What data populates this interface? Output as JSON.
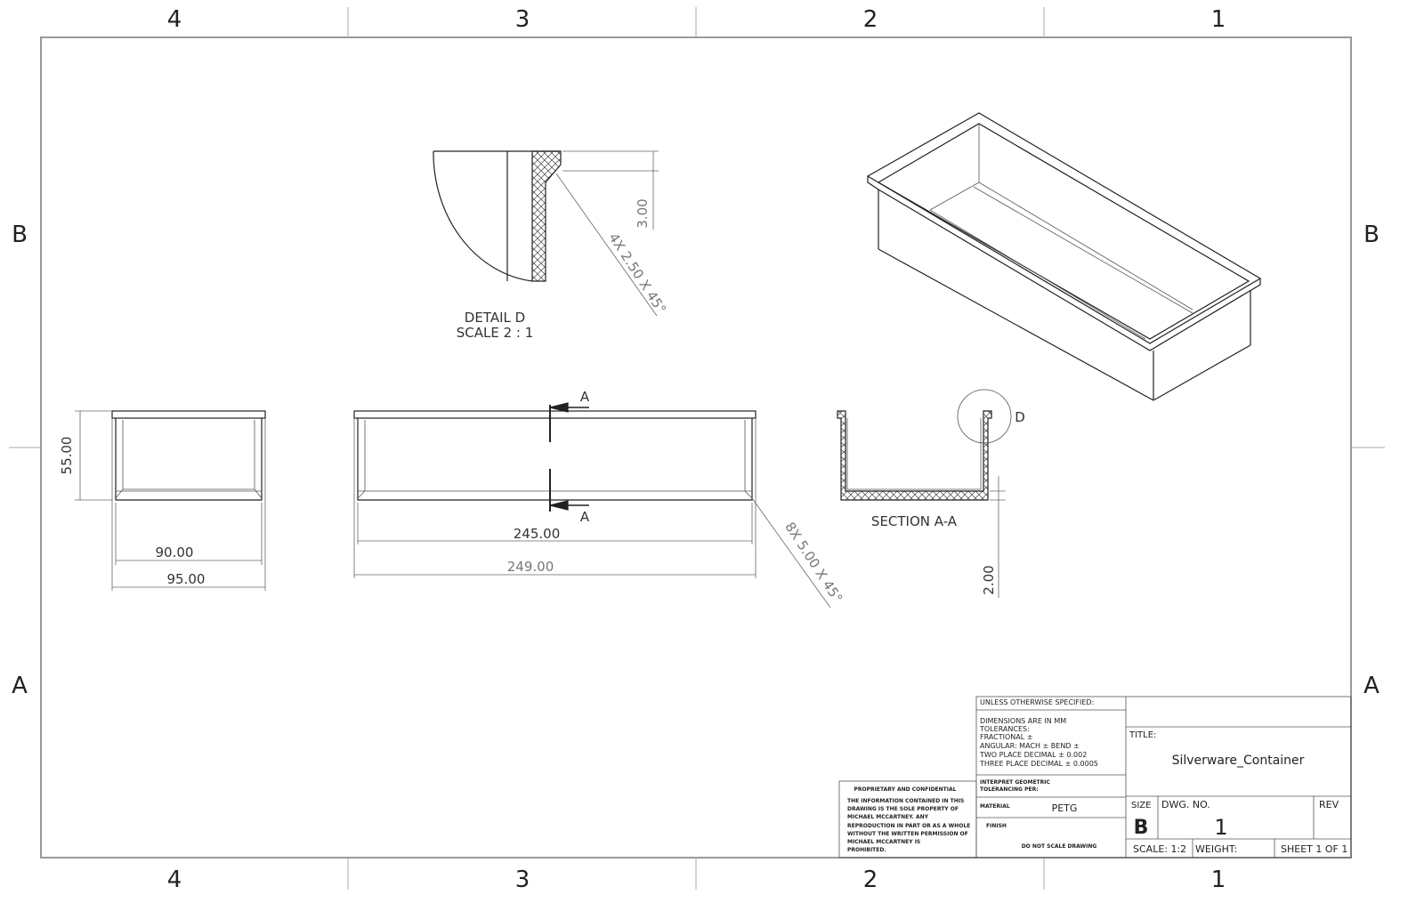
{
  "zones": {
    "columns": [
      "4",
      "3",
      "2",
      "1"
    ],
    "rows": [
      "B",
      "A"
    ]
  },
  "views": {
    "detail_label": "DETAIL D",
    "detail_scale": "SCALE 2 : 1",
    "detail_dim_height": "3.00",
    "detail_chamfer": "4X 2.50 X 45°",
    "side_height": "55.00",
    "side_inner_width": "90.00",
    "side_outer_width": "95.00",
    "front_inner_length": "245.00",
    "front_outer_length": "249.00",
    "front_chamfer": "8X 5.00 X 45°",
    "section_marker": "A",
    "section_label": "SECTION A-A",
    "section_thickness": "2.00",
    "detail_marker": "D"
  },
  "title_block": {
    "unless": "UNLESS OTHERWISE SPECIFIED:",
    "tolerance_lines": [
      "DIMENSIONS ARE IN MM",
      "TOLERANCES:",
      "FRACTIONAL ±",
      "ANGULAR: MACH ±    BEND ±",
      "TWO PLACE DECIMAL   ± 0.002",
      "THREE PLACE DECIMAL  ± 0.0005"
    ],
    "interpret_1": "INTERPRET GEOMETRIC",
    "interpret_2": "TOLERANCING PER:",
    "material_label": "MATERIAL",
    "material": "PETG",
    "finish_label": "FINISH",
    "do_not_scale": "DO NOT SCALE DRAWING",
    "proprietary_title": "PROPRIETARY AND CONFIDENTIAL",
    "proprietary_lines": [
      "THE INFORMATION CONTAINED IN THIS",
      "DRAWING IS THE SOLE PROPERTY OF",
      "MICHAEL MCCARTNEY.  ANY",
      "REPRODUCTION IN PART OR AS A WHOLE",
      "WITHOUT THE WRITTEN PERMISSION OF",
      "MICHAEL MCCARTNEY IS",
      "PROHIBITED."
    ],
    "title_label": "TITLE:",
    "title": "Silverware_Container",
    "size_label": "SIZE",
    "size": "B",
    "dwg_no_label": "DWG.  NO.",
    "dwg_no": "1",
    "rev_label": "REV",
    "scale": "SCALE: 1:2",
    "weight": "WEIGHT:",
    "sheet": "SHEET 1 OF 1"
  }
}
